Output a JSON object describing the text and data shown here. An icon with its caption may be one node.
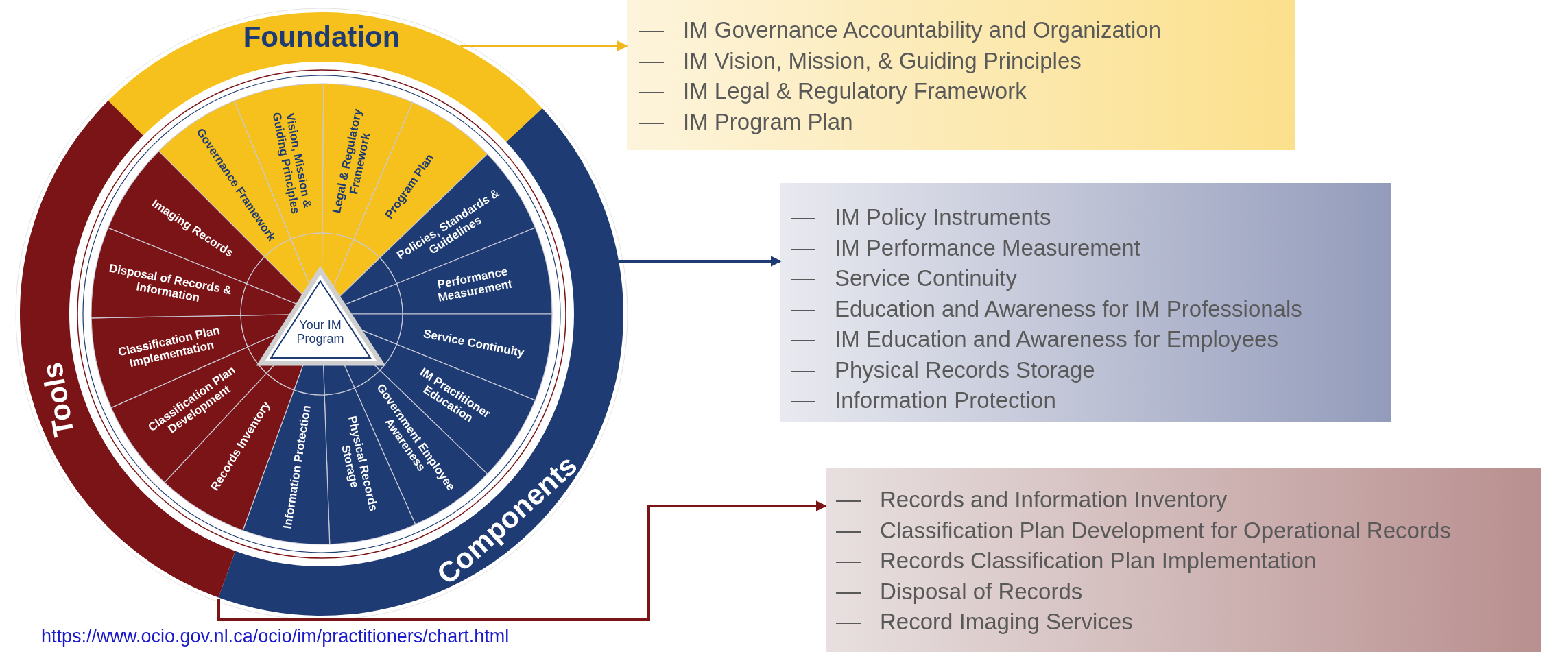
{
  "diagram": {
    "nodes": [
      {
        "text": [
          "Foundation"
        ]
      },
      {
        "text": [
          "Components"
        ]
      },
      {
        "text": [
          "Tools"
        ]
      },
      {
        "text": [
          "Governance Framework"
        ]
      },
      {
        "text": [
          "Vision, Mission & Guiding Principles"
        ]
      },
      {
        "text": [
          "Legal & Regulatory Framework"
        ]
      },
      {
        "text": [
          "Program Plan"
        ]
      },
      {
        "text": [
          "Policies, Standards & Guidelines"
        ]
      },
      {
        "text": [
          "Performance Measurement"
        ]
      },
      {
        "text": [
          "Service Continuity"
        ]
      },
      {
        "text": [
          "IM Practitioner Education"
        ]
      },
      {
        "text": [
          "Government Employee Awareness"
        ]
      },
      {
        "text": [
          "Physical Records Storage"
        ]
      },
      {
        "text": [
          "Information Protection"
        ]
      },
      {
        "text": [
          "Records Inventory"
        ]
      },
      {
        "text": [
          "Classification Plan Development"
        ]
      },
      {
        "text": [
          "Classification Plan Implementation"
        ]
      },
      {
        "text": [
          "Disposal of Records & Information"
        ]
      },
      {
        "text": [
          "Imaging Records"
        ]
      },
      {
        "text": [
          "Your IM Program"
        ]
      },
      {
        "text": [
          "IM Governance Accountability and Organization",
          "IM Vision, Mission, & Guiding Principles",
          "IM Legal & Regulatory Framework",
          "IM Program Plan"
        ]
      },
      {
        "text": [
          "IM Policy Instruments",
          "IM Performance Measurement",
          "Service Continuity",
          "Education and Awareness for IM Professionals",
          "IM Education and Awareness for Employees",
          "Physical Records Storage",
          "Information Protection"
        ]
      },
      {
        "text": [
          "Records and Information Inventory",
          "Classification Plan Development for Operational Records",
          "Records Classification Plan Implementation",
          "Disposal of Records",
          "Record Imaging Services"
        ]
      }
    ],
    "edges": [
      {
        "from": 0,
        "to": 20,
        "arrow": "to",
        "color": "#f0b81c"
      },
      {
        "from": 1,
        "to": 21,
        "arrow": "to",
        "color": "#1f3b73"
      },
      {
        "from": 2,
        "to": 22,
        "arrow": "to",
        "color": "#7a1416"
      }
    ],
    "labels": [
      "https://www.ocio.gov.nl.ca/ocio/im/practitioners/chart.html"
    ]
  }
}
